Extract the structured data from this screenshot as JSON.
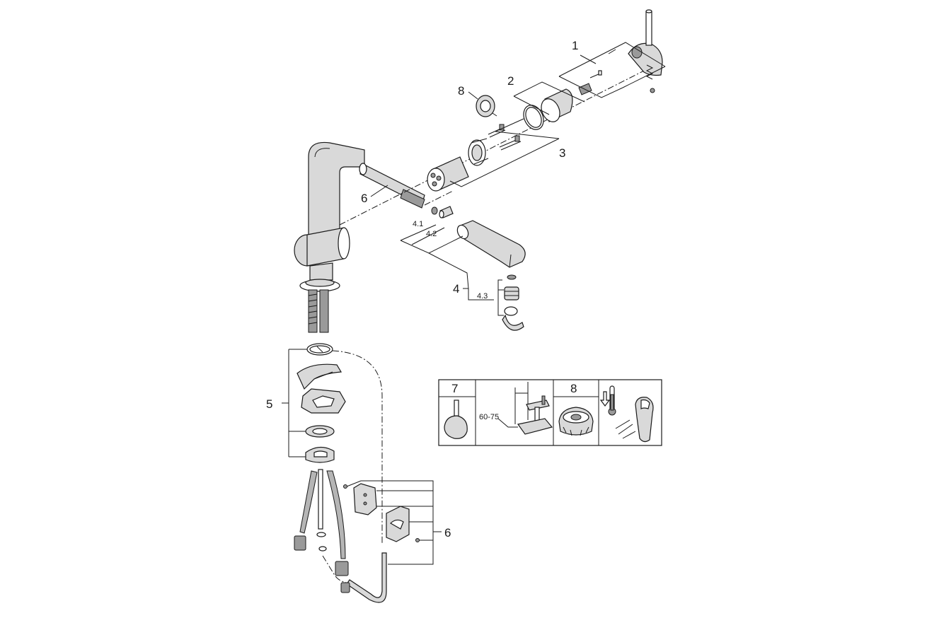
{
  "callouts": {
    "c1": "1",
    "c2": "2",
    "c3": "3",
    "c4": "4",
    "c41": "4.1",
    "c42": "4.2",
    "c43": "4.3",
    "c5": "5",
    "c6_top": "6",
    "c6_bottom": "6",
    "c8": "8"
  },
  "legend_box": {
    "cell_7_label": "7",
    "cell_dim_label": "60-75",
    "cell_8_label": "8"
  },
  "icons": [
    "lever-handle-icon",
    "installation-height-icon",
    "cartridge-cap-icon",
    "temperature-limiter-icon"
  ]
}
